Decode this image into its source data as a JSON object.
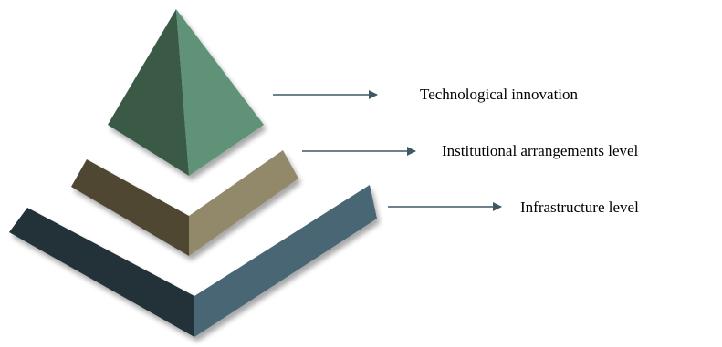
{
  "levels": [
    {
      "label": "Technological innovation",
      "color_dark": "#3a5a45",
      "color_light": "#5f9276"
    },
    {
      "label": "Institutional arrangements level",
      "color_dark": "#4f4733",
      "color_light": "#92896b"
    },
    {
      "label": "Infrastructure level",
      "color_dark": "#243239",
      "color_light": "#4a6674"
    }
  ],
  "arrow_color": "#3f5866"
}
